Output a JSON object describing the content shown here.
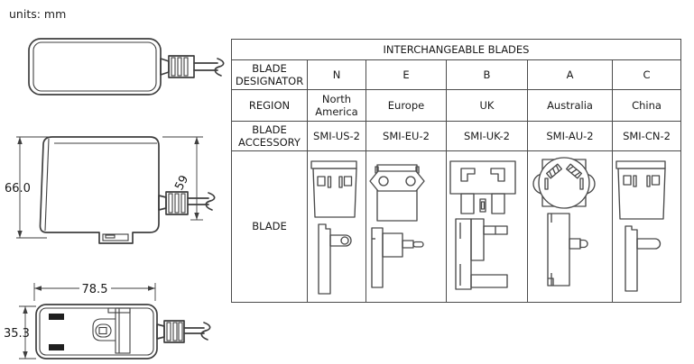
{
  "units_label": "units: mm",
  "dimensions": {
    "adapter_height": "66.0",
    "body_height": "59",
    "adapter_width": "78.5",
    "adapter_depth": "35.3"
  },
  "table": {
    "title": "INTERCHANGEABLE BLADES",
    "row_headers": {
      "designator": "BLADE DESIGNATOR",
      "region": "REGION",
      "accessory": "BLADE ACCESSORY",
      "blade": "BLADE"
    },
    "columns": [
      {
        "designator": "N",
        "region": "North America",
        "accessory": "SMI-US-2",
        "blade_icon": "us-blade-icon"
      },
      {
        "designator": "E",
        "region": "Europe",
        "accessory": "SMI-EU-2",
        "blade_icon": "eu-blade-icon"
      },
      {
        "designator": "B",
        "region": "UK",
        "accessory": "SMI-UK-2",
        "blade_icon": "uk-blade-icon"
      },
      {
        "designator": "A",
        "region": "Australia",
        "accessory": "SMI-AU-2",
        "blade_icon": "au-blade-icon"
      },
      {
        "designator": "C",
        "region": "China",
        "accessory": "SMI-CN-2",
        "blade_icon": "cn-blade-icon"
      }
    ]
  },
  "colors": {
    "line": "#3f3f3f",
    "border": "#4b4b4b",
    "text": "#1a1a1a",
    "background": "#ffffff"
  }
}
